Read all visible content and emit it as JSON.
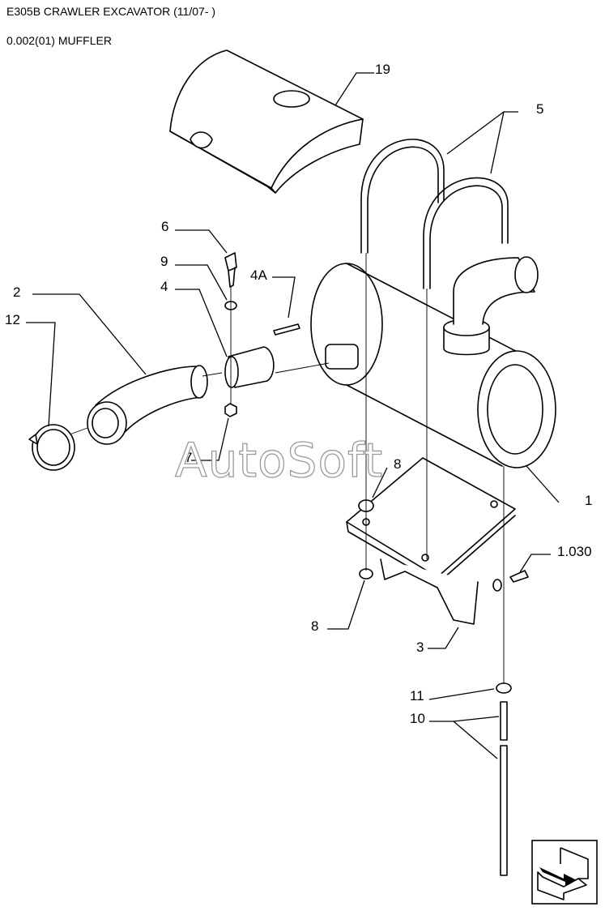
{
  "header": {
    "title": "E305B CRAWLER EXCAVATOR (11/07- )",
    "subtitle": "0.002(01) MUFFLER"
  },
  "watermark": "AutoSoft",
  "callouts": {
    "c19": "19",
    "c5": "5",
    "c6": "6",
    "c9": "9",
    "c4A": "4A",
    "c4": "4",
    "c2": "2",
    "c12": "12",
    "c7": "7",
    "c8a": "8",
    "c1": "1",
    "c1030": "1.030",
    "c8b": "8",
    "c3": "3",
    "c11": "11",
    "c10": "10"
  },
  "nav": {
    "icon": "next-page-arrow-icon"
  }
}
